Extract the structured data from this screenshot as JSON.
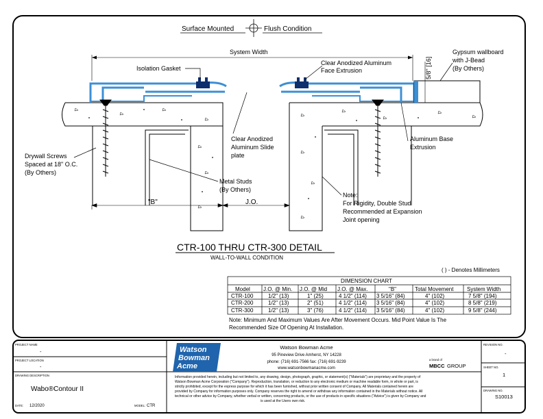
{
  "labels": {
    "surface_mounted": "Surface Mounted",
    "flush_condition": "Flush Condition",
    "system_width": "System Width",
    "isolation_gasket": "Isolation Gasket",
    "face_extrusion_1": "Clear Anodized Aluminum",
    "face_extrusion_2": "Face Extrusion",
    "dim_58": "5/8\" [16]",
    "gypsum_1": "Gypsum wallboard",
    "gypsum_2": "with J-Bead",
    "gypsum_3": "(By Others)",
    "slide_1": "Clear Anodized",
    "slide_2": "Aluminum Slide",
    "slide_3": "plate",
    "base_1": "Aluminum Base",
    "base_2": "Extrusion",
    "screws_1": "Drywall Screws",
    "screws_2": "Spaced at 18\" O.C.",
    "screws_3": "(By Others)",
    "studs_1": "Metal Studs",
    "studs_2": "(By Others)",
    "dim_b": "\"B\"",
    "dim_jo": "J.O.",
    "note_1": "Note:",
    "note_2": "For Rigidity, Double Stud",
    "note_3": "Recommended at Expansion",
    "note_4": "Joint opening",
    "title": "CTR-100 THRU CTR-300 DETAIL",
    "subtitle": "WALL-TO-WALL CONDITION",
    "mm_note": "( ) - Denotes Millimeters"
  },
  "chart": {
    "title": "DIMENSION CHART",
    "headers": [
      "Model",
      "J.O. @ Min.",
      "J.O. @ Mid",
      "J.O. @ Max.",
      "\"B\"",
      "Total Movement",
      "System Width"
    ],
    "rows": [
      [
        "CTR-100",
        "1/2\" (13)",
        "1\" (25)",
        "4 1/2\" (114)",
        "3 5/16\" (84)",
        "4\" (102)",
        "7 5/8\" (194)"
      ],
      [
        "CTR-200",
        "1/2\" (13)",
        "2\" (51)",
        "4 1/2\" (114)",
        "3 5/16\" (84)",
        "4\" (102)",
        "8 5/8\" (219)"
      ],
      [
        "CTR-300",
        "1/2\" (13)",
        "3\" (76)",
        "4 1/2\" (114)",
        "3 5/16\" (84)",
        "4\" (102)",
        "9 5/8\" (244)"
      ]
    ],
    "note_1": "Note: Minimum And Maximum Values Are After Movement Occurs. Mid Point Value Is The",
    "note_2": "Recommended Size Of Opening At Installation."
  },
  "title_block": {
    "project_name_label": "PROJECT NAME",
    "project_name_value": "-",
    "project_location_label": "PROJECT LOCATION",
    "project_location_value": "-",
    "drawing_description_label": "DRAWING DESCRIPTION",
    "drawing_description_value": "Wabo®Contour II",
    "date_label": "DATE:",
    "date_value": "12/2020",
    "model_label": "MODEL:",
    "model_value": "CTR",
    "logo_1": "Watson",
    "logo_2": "Bowman",
    "logo_3": "Acme",
    "company_1": "Watson Bowman Acme",
    "company_2": "95 Pineview Drive Amherst, NY 14228",
    "company_3": "phone: (716) 691-7566  fax: (716) 691-9239",
    "company_4": "www.watsonbowmanacme.com",
    "mbcc_small": "a brand of",
    "mbcc": "MBCC",
    "group": "GROUP",
    "legal_1": "Information provided herein, including but not limited to, any drawing, design, photograph, graphic, or statement(s) (\"Materials\") are proprietary and the property of",
    "legal_2": "Watson Bowman Acme Corporation (\"Company\").  Reproduction, translation, or reduction to any electronic medium or machine readable form, in whole or part, is",
    "legal_3": "strictly prohibited, except for the express purpose for which it has been furnished, without prior written consent of Company.  All Materials contained herein are",
    "legal_4": "provided by Company for information purposes only.  Company reserves the right to amend or withdraw any information contained in the Materials without notice.  All",
    "legal_5": "technical or other advice by Company, whether verbal or written, concerning products, or the use of products in specific situations (\"Advice\") is given by Company and",
    "legal_6": "is used at the Users own risk.",
    "revision_label": "REVISION NO.",
    "revision_value": "-",
    "sheet_label": "SHEET NO.",
    "sheet_value": "1",
    "drawing_no_label": "DRAWING NO.",
    "drawing_no_value": "S10013"
  },
  "colors": {
    "aluminum": "#3d8fd4",
    "gasket": "#0d2f6e",
    "logo_bg": "#1f64ad"
  }
}
